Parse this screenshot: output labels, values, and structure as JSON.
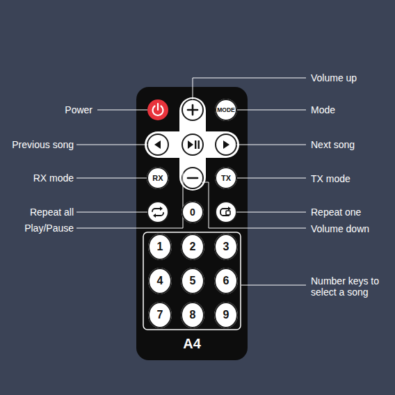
{
  "diagram": {
    "nodes": [
      {
        "text": [
          "A4"
        ]
      },
      {
        "text": [
          "MODE"
        ],
        "in": 0
      },
      {
        "text": [
          "RX"
        ],
        "in": 0
      },
      {
        "text": [
          "TX"
        ],
        "in": 0
      },
      {
        "text": [
          "0"
        ],
        "in": 0
      },
      {
        "text": [
          "1"
        ],
        "in": 0
      },
      {
        "text": [
          "2"
        ],
        "in": 0
      },
      {
        "text": [
          "3"
        ],
        "in": 0
      },
      {
        "text": [
          "4"
        ],
        "in": 0
      },
      {
        "text": [
          "5"
        ],
        "in": 0
      },
      {
        "text": [
          "6"
        ],
        "in": 0
      },
      {
        "text": [
          "7"
        ],
        "in": 0
      },
      {
        "text": [
          "8"
        ],
        "in": 0
      },
      {
        "text": [
          "9"
        ],
        "in": 0
      }
    ],
    "labels": [
      "Volume up",
      "Power",
      "Mode",
      "Previous song",
      "Next song",
      "RX mode",
      "TX mode",
      "Repeat all",
      "Repeat one",
      "Play/Pause",
      "Volume down",
      "Number keys to select a song"
    ]
  }
}
